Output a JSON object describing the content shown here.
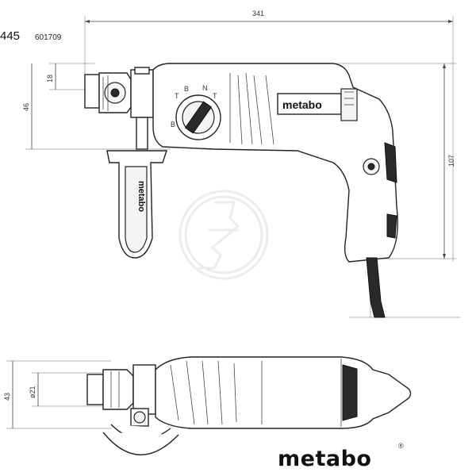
{
  "header": {
    "model_fragment": "445",
    "order_number": "601709"
  },
  "dimensions": {
    "length": "341",
    "height": "107",
    "chuck_offset": "18",
    "axis_height": "46",
    "width": "43",
    "chuck_diameter": "ø21"
  },
  "brand": {
    "logo_text": "metabo",
    "body_label": "metabo",
    "handle_label": "metabo"
  },
  "icons": {
    "watermark": "watermark-logo-icon",
    "mode_selector": "mode-selector-icon",
    "chuck": "sds-chuck-icon"
  }
}
